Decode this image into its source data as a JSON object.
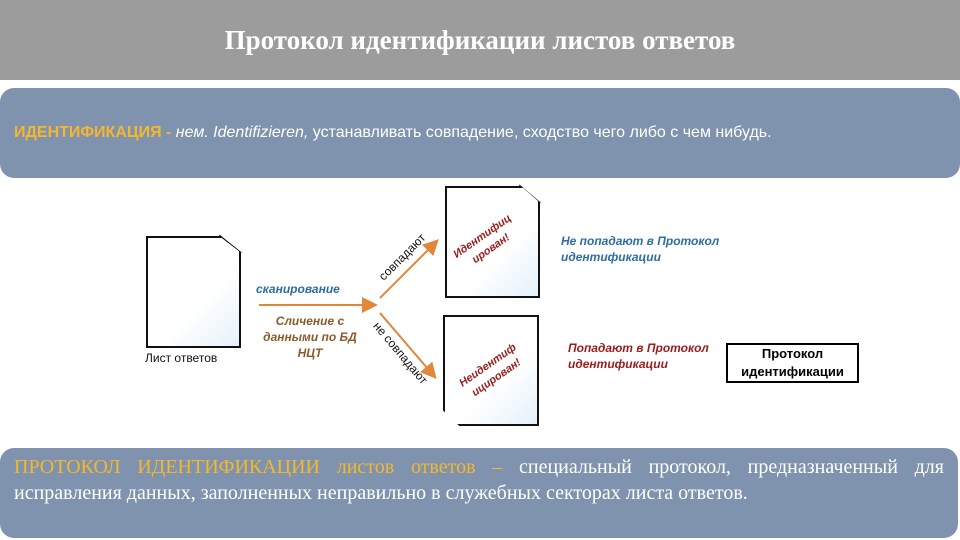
{
  "title": "Протокол идентификации листов ответов",
  "definition": {
    "term": "ИДЕНТИФИКАЦИЯ -",
    "origin": "нем. Identifizieren,",
    "text": "устанавливать совпадение, сходство чего либо с чем нибудь."
  },
  "diagram": {
    "answer_sheet": "Лист ответов",
    "scanning": "сканирование",
    "matching": "Сличение с данными по БД НЦТ",
    "match": "совпадают",
    "no_match": "не совпадают",
    "identified": "Идентифиц ирован!",
    "unidentified": "Неидентиф ицирован!",
    "not_included": "Не попадают в Протокол идентификации",
    "included": "Попадают в Протокол идентификации",
    "protocol_box": "Протокол идентификации"
  },
  "bottom": {
    "term": "ПРОТОКОЛ ИДЕНТИФИКАЦИИ",
    "term2": "листов ответов –",
    "text": " специальный протокол, предназначенный для исправления данных, заполненных неправильно в служебных секторах листа ответов."
  }
}
